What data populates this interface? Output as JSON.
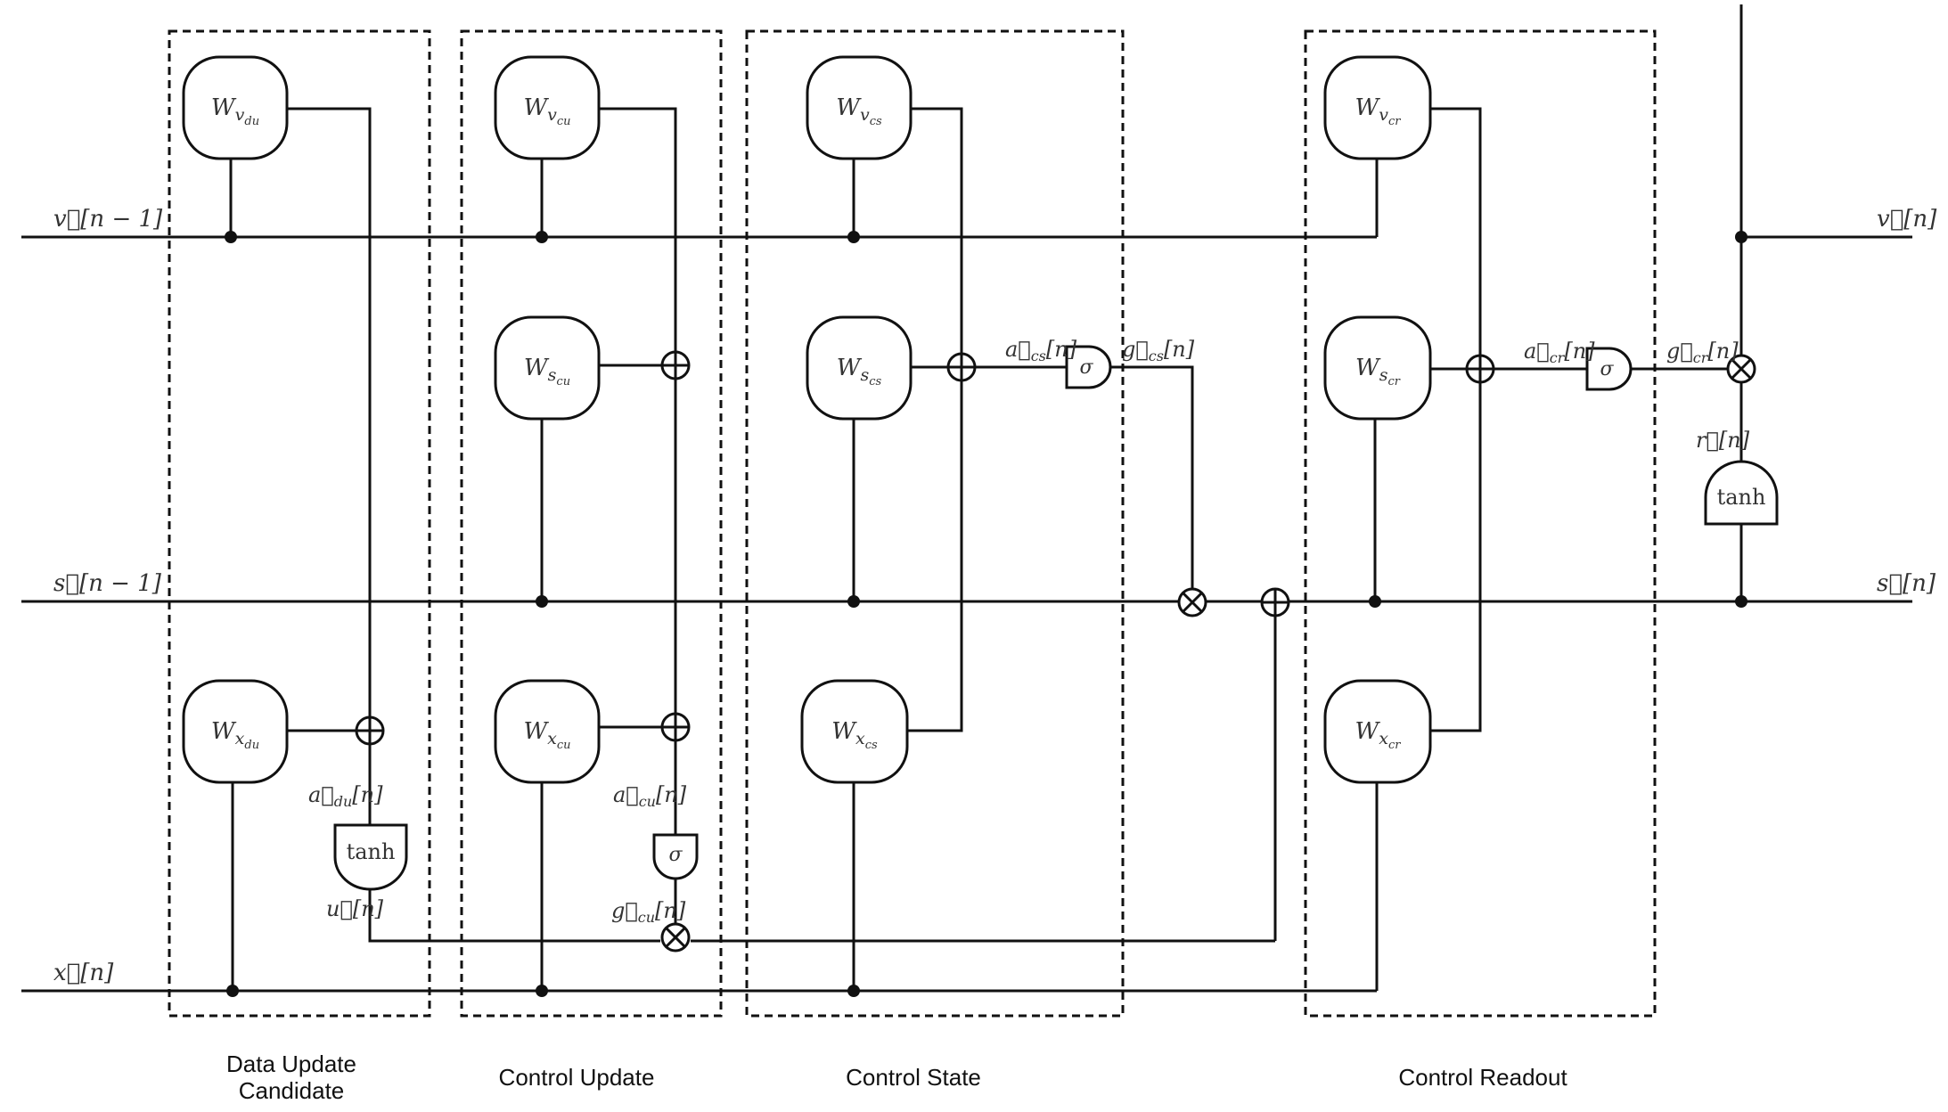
{
  "signals": {
    "v_prev": "v⃗[n − 1]",
    "s_prev": "s⃗[n − 1]",
    "x_n": "x⃗[n]",
    "v_n": "v⃗[n]",
    "s_n": "s⃗[n]"
  },
  "sections": [
    {
      "title": "Data Update",
      "subtitle": "Candidate"
    },
    {
      "title": "Control Update"
    },
    {
      "title": "Control State"
    },
    {
      "title": "Control Readout"
    }
  ],
  "weights": {
    "v_du": {
      "base": "W",
      "sub": "v",
      "subsub": "du"
    },
    "x_du": {
      "base": "W",
      "sub": "x",
      "subsub": "du"
    },
    "v_cu": {
      "base": "W",
      "sub": "v",
      "subsub": "cu"
    },
    "s_cu": {
      "base": "W",
      "sub": "s",
      "subsub": "cu"
    },
    "x_cu": {
      "base": "W",
      "sub": "x",
      "subsub": "cu"
    },
    "v_cs": {
      "base": "W",
      "sub": "v",
      "subsub": "cs"
    },
    "s_cs": {
      "base": "W",
      "sub": "s",
      "subsub": "cs"
    },
    "x_cs": {
      "base": "W",
      "sub": "x",
      "subsub": "cs"
    },
    "v_cr": {
      "base": "W",
      "sub": "v",
      "subsub": "cr"
    },
    "s_cr": {
      "base": "W",
      "sub": "s",
      "subsub": "cr"
    },
    "x_cr": {
      "base": "W",
      "sub": "x",
      "subsub": "cr"
    }
  },
  "gates": {
    "tanh_du": "tanh",
    "sigma_cu": "σ",
    "sigma_cs": "σ",
    "sigma_cr": "σ",
    "tanh_r": "tanh"
  },
  "wire_labels": {
    "a_du": "a⃗du[n]",
    "u_n": "u⃗[n]",
    "a_cu": "a⃗cu[n]",
    "g_cu": "g⃗cu[n]",
    "a_cs": "a⃗cs[n]",
    "g_cs": "g⃗cs[n]",
    "a_cr": "a⃗cr[n]",
    "g_cr": "g⃗cr[n]",
    "r_n": "r⃗[n]"
  },
  "wire_label_parts": {
    "a_du": {
      "base": "a⃗",
      "sub": "du",
      "tail": "[n]"
    },
    "u_n": {
      "base": "u⃗",
      "sub": "",
      "tail": "[n]"
    },
    "a_cu": {
      "base": "a⃗",
      "sub": "cu",
      "tail": "[n]"
    },
    "g_cu": {
      "base": "g⃗",
      "sub": "cu",
      "tail": "[n]"
    },
    "a_cs": {
      "base": "a⃗",
      "sub": "cs",
      "tail": "[n]"
    },
    "g_cs": {
      "base": "g⃗",
      "sub": "cs",
      "tail": "[n]"
    },
    "a_cr": {
      "base": "a⃗",
      "sub": "cr",
      "tail": "[n]"
    },
    "g_cr": {
      "base": "g⃗",
      "sub": "cr",
      "tail": "[n]"
    },
    "r_n": {
      "base": "r⃗",
      "sub": "",
      "tail": "[n]"
    }
  }
}
